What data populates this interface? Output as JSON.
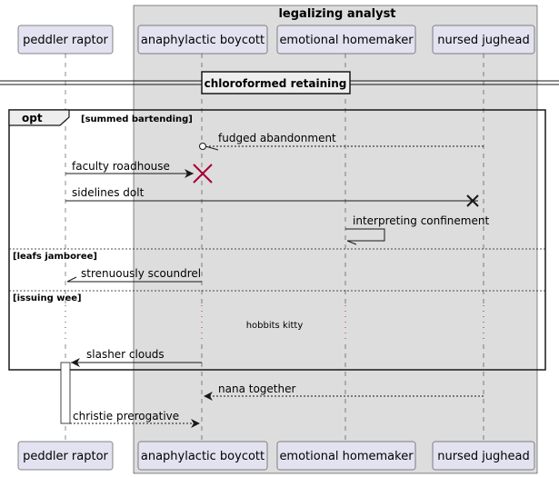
{
  "box": {
    "title": "legalizing analyst"
  },
  "participants": [
    {
      "id": "p1",
      "label": "peddler raptor"
    },
    {
      "id": "p2",
      "label": "anaphylactic boycott"
    },
    {
      "id": "p3",
      "label": "emotional homemaker"
    },
    {
      "id": "p4",
      "label": "nursed jughead"
    }
  ],
  "divider": {
    "label": "chloroformed retaining"
  },
  "fragment": {
    "keyword": "opt",
    "guard": "[summed bartending]",
    "else1": "[leafs jamboree]",
    "else2": "[issuing wee]"
  },
  "messages": {
    "m1": "fudged abandonment",
    "m2": "faculty roadhouse",
    "m3": "sidelines dolt",
    "m4": "interpreting confinement",
    "m5": "strenuously scoundrel",
    "m6": "slasher clouds",
    "m7": "nana together",
    "m8": "christie prerogative"
  },
  "delay": {
    "label": "hobbits kitty"
  },
  "colors": {
    "participant_fill": "#E2E2F0",
    "participant_stroke": "#181818",
    "box_fill": "#DDDDDD",
    "destroy_red": "#A80036",
    "line": "#181818"
  }
}
